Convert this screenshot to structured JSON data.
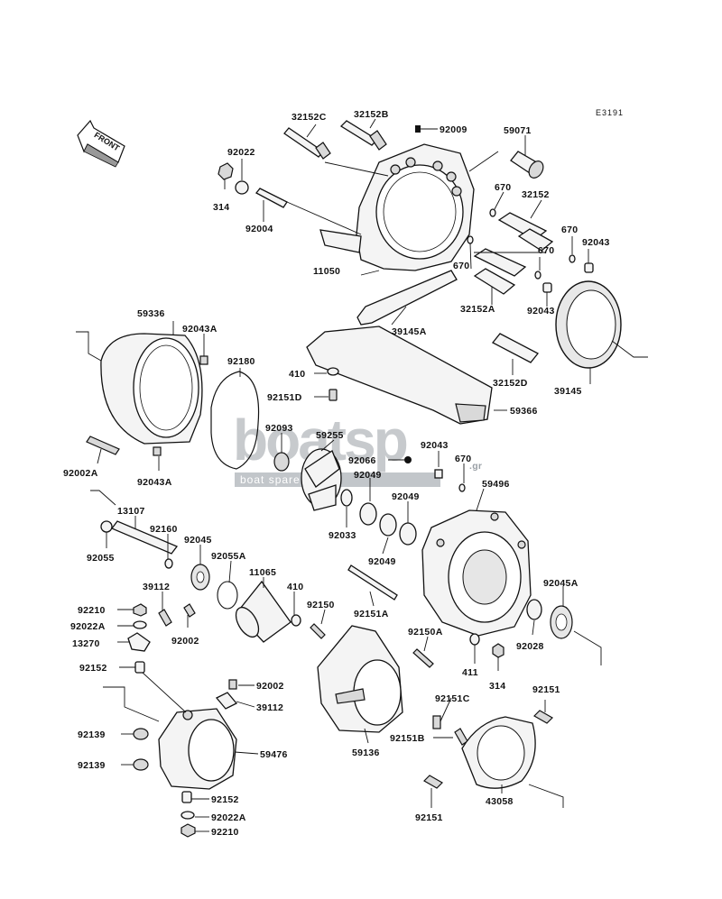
{
  "diagram_code": "E3191",
  "front_label": "FRONT",
  "watermark": {
    "brand": "boatsp",
    "suffix": ".gr",
    "tagline": "boat spare parts"
  },
  "labels": {
    "l32152C": "32152C",
    "l32152B": "32152B",
    "l92009": "92009",
    "l59071": "59071",
    "l92022": "92022",
    "l314a": "314",
    "l92004": "92004",
    "l670a": "670",
    "l32152": "32152",
    "l670b": "670",
    "l92043a": "92043",
    "l670c": "670",
    "l670d": "670",
    "l11050": "11050",
    "l32152A": "32152A",
    "l92043b": "92043",
    "l59336": "59336",
    "l92043A_a": "92043A",
    "l39145A": "39145A",
    "l92180": "92180",
    "l410a": "410",
    "l92151D": "92151D",
    "l32152D": "32152D",
    "l39145": "39145",
    "l59366": "59366",
    "l92093": "92093",
    "l59255": "59255",
    "l92043c": "92043",
    "l92066": "92066",
    "l670e": "670",
    "l92002A": "92002A",
    "l92043A_b": "92043A",
    "l92049a": "92049",
    "l59496": "59496",
    "l13107": "13107",
    "l92049b": "92049",
    "l92160": "92160",
    "l92033": "92033",
    "l92045": "92045",
    "l92055": "92055",
    "l92055A": "92055A",
    "l92049c": "92049",
    "l11065": "11065",
    "l39112a": "39112",
    "l410b": "410",
    "l92045A": "92045A",
    "l92210a": "92210",
    "l92150": "92150",
    "l92151A": "92151A",
    "l92022A_a": "92022A",
    "l92002a": "92002",
    "l92150A": "92150A",
    "l13270": "13270",
    "l92028": "92028",
    "l411": "411",
    "l314b": "314",
    "l92152a": "92152",
    "l92002b": "92002",
    "l39112b": "39112",
    "l92151C": "92151C",
    "l92151a": "92151",
    "l92139a": "92139",
    "l59476": "59476",
    "l59136": "59136",
    "l92151B": "92151B",
    "l92139b": "92139",
    "l92152b": "92152",
    "l43058": "43058",
    "l92151b": "92151",
    "l92022A_b": "92022A",
    "l92210b": "92210"
  }
}
